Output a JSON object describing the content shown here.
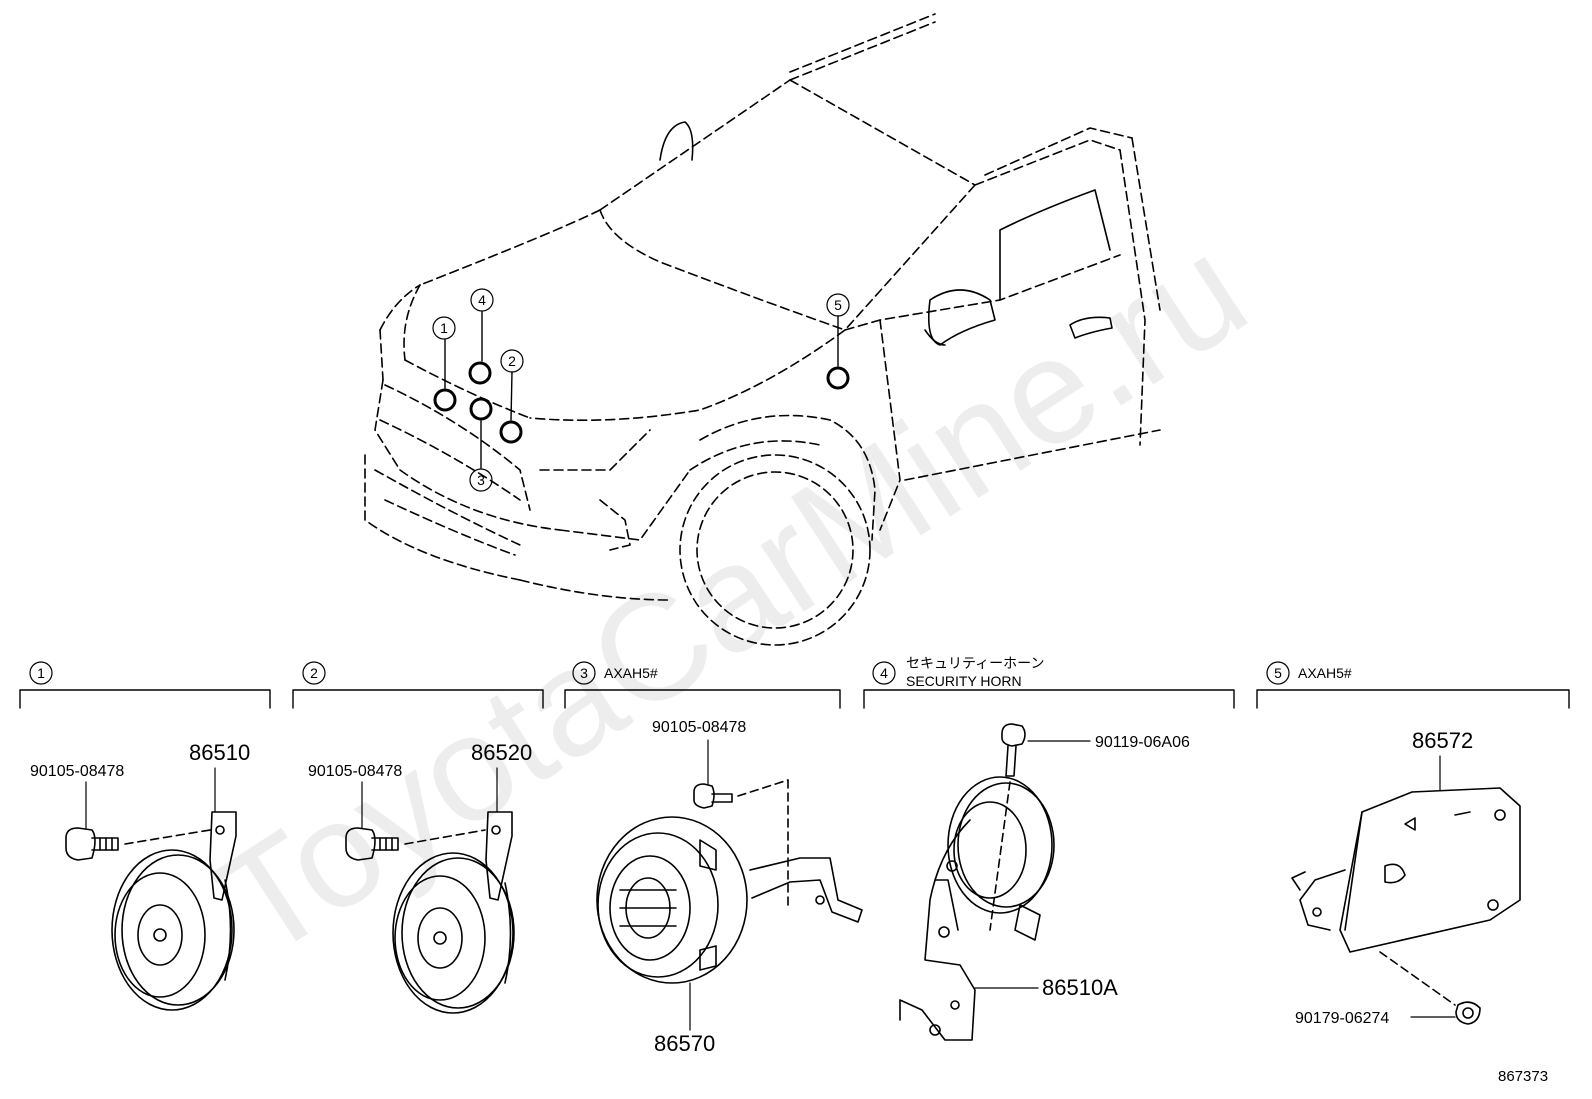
{
  "watermark": "ToyotaCarMine.ru",
  "figure_number": "867373",
  "locations": [
    "1",
    "2",
    "3",
    "4",
    "5"
  ],
  "sections": [
    {
      "index": "1",
      "variant": ""
    },
    {
      "index": "2",
      "variant": ""
    },
    {
      "index": "3",
      "variant": "AXAH5#"
    },
    {
      "index": "4",
      "variant": "",
      "title_jp": "セキュリティーホーン",
      "title_en": "SECURITY HORN"
    },
    {
      "index": "5",
      "variant": "AXAH5#"
    }
  ],
  "parts": {
    "horn_low": "86510",
    "horn_high": "86520",
    "siren": "86570",
    "security_horn": "86510A",
    "controller": "86572",
    "bolt_1": "90105-08478",
    "bolt_2": "90105-08478",
    "bolt_3": "90105-08478",
    "bolt_4": "90119-06A06",
    "nut_5": "90179-06274"
  }
}
